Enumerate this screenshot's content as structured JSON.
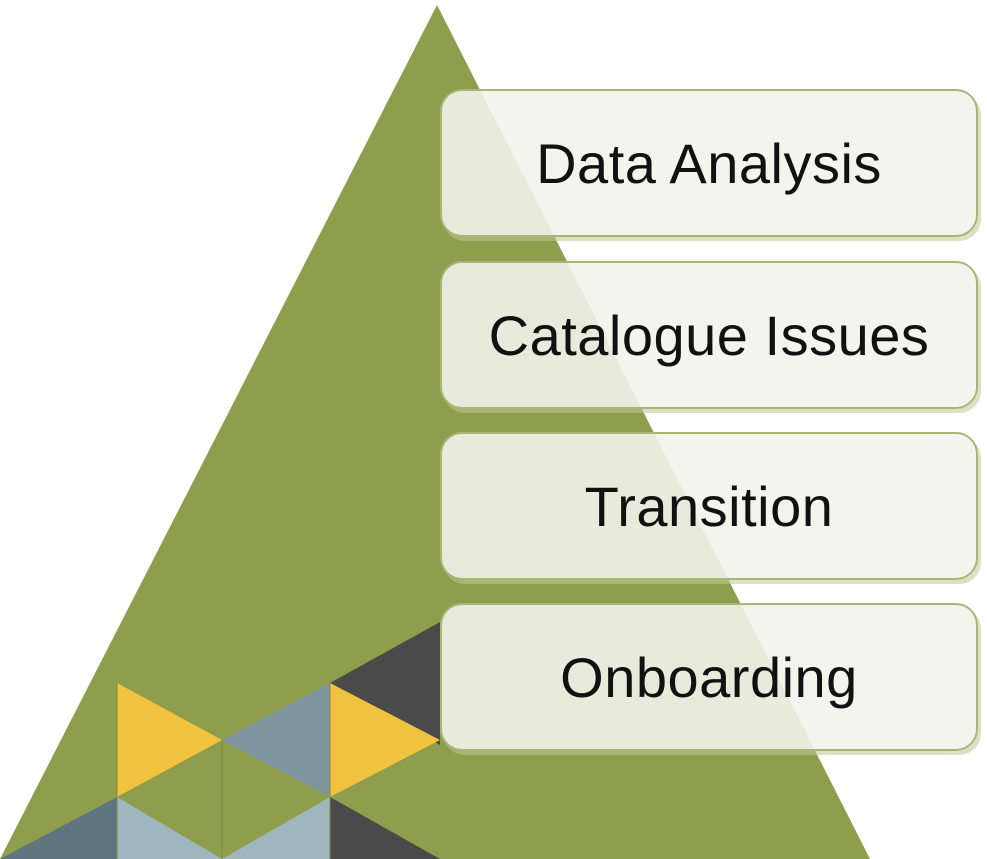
{
  "colors": {
    "pyramid": "#8f9e4c",
    "box_fill": "#f2f3ec",
    "box_border": "#a9b575",
    "accent_yellow": "#f0c23e",
    "accent_gray_blue": "#7f959e",
    "accent_light_blue": "#9fb6be",
    "accent_dark": "#4a4a4a",
    "accent_slate": "#5f7580"
  },
  "levels": [
    {
      "label": "Data Analysis"
    },
    {
      "label": "Catalogue Issues"
    },
    {
      "label": "Transition"
    },
    {
      "label": "Onboarding"
    }
  ]
}
